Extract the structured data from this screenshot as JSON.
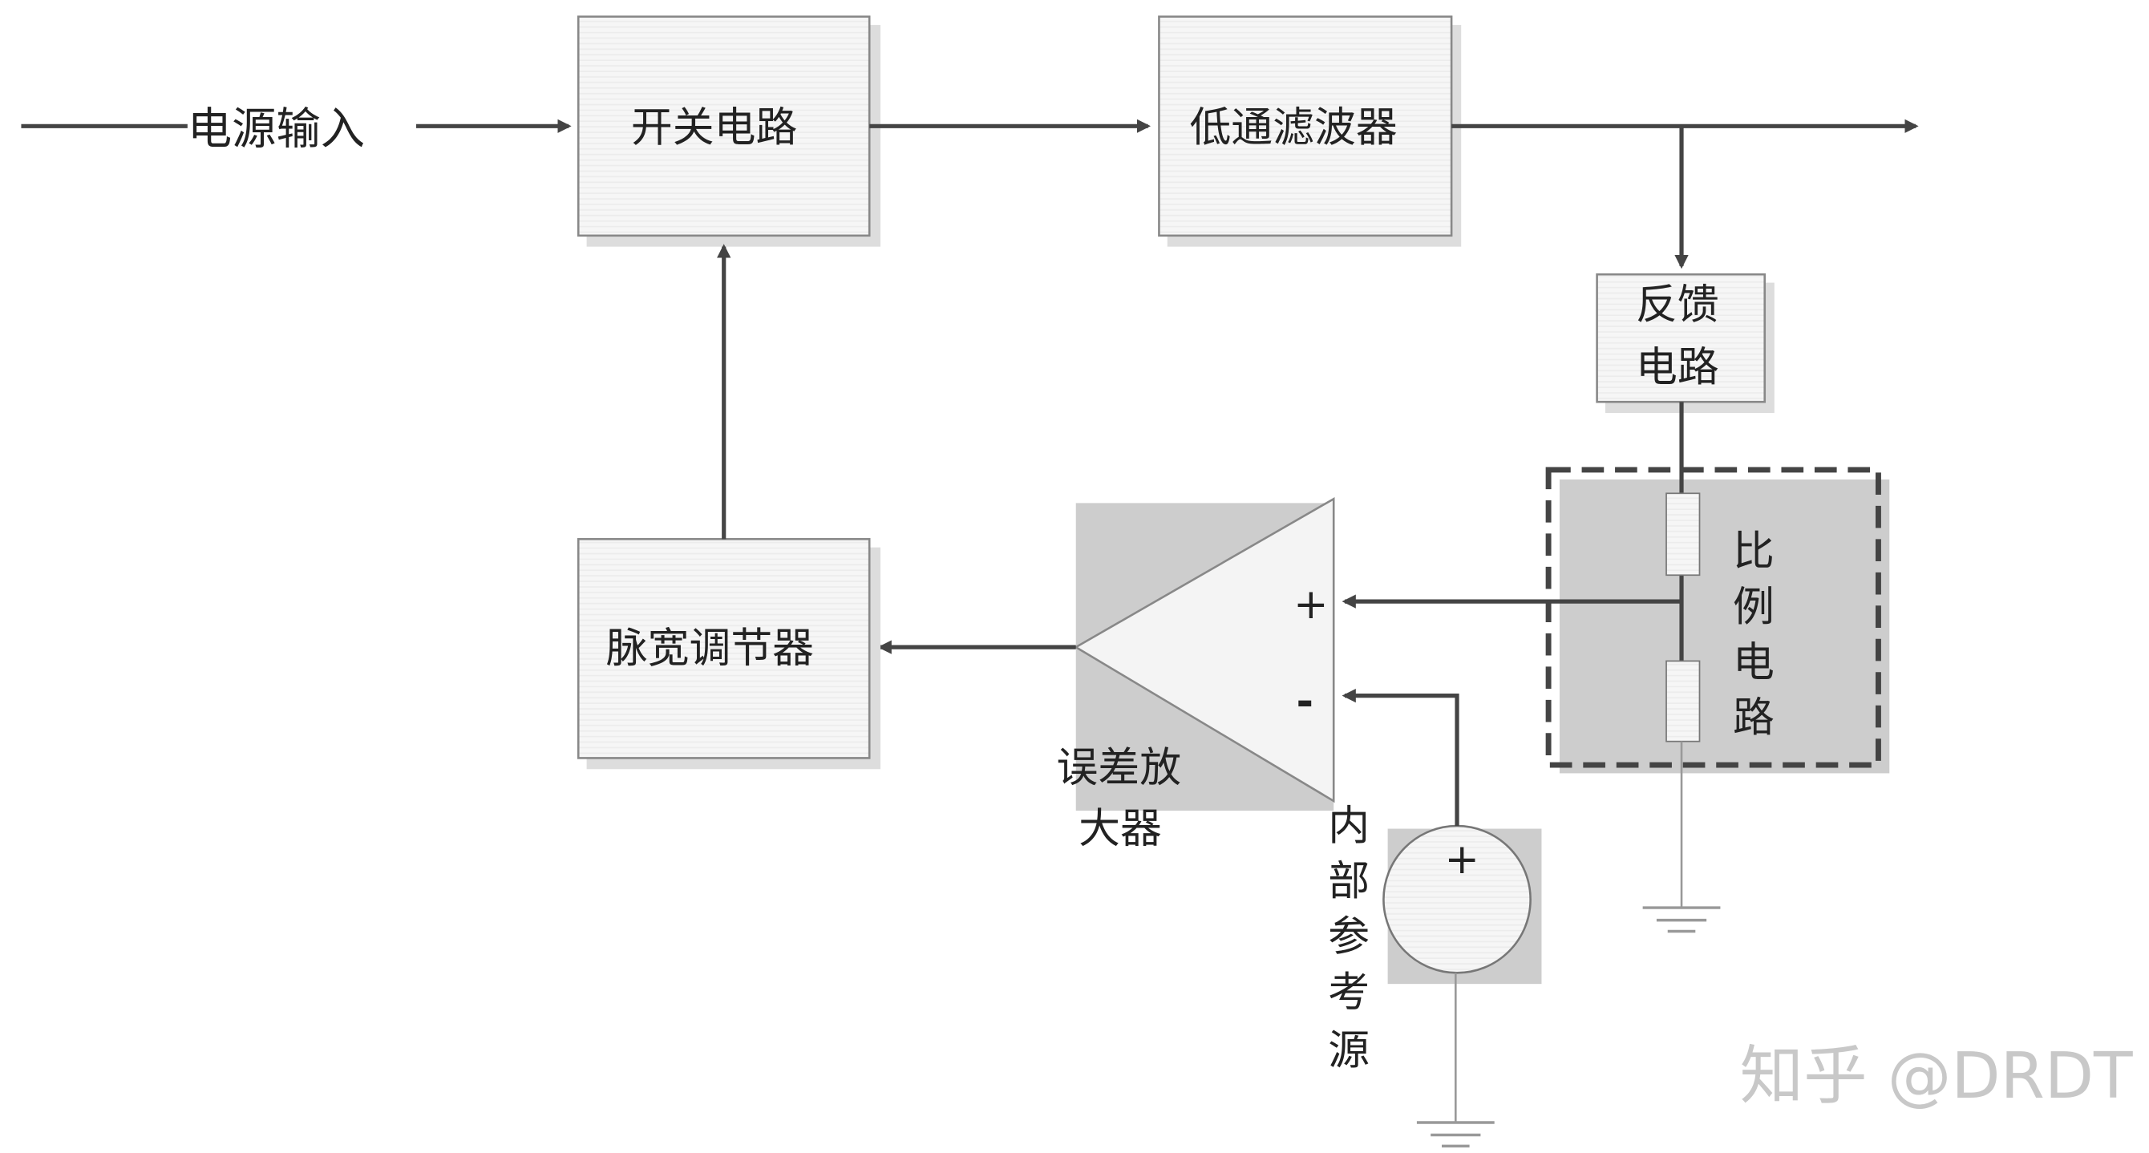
{
  "diagram": {
    "input_label": "电源输入",
    "switch_circuit": "开关电路",
    "lowpass_filter": "低通滤波器",
    "feedback_circuit": [
      "反馈",
      "电路"
    ],
    "proportional_circuit": [
      "比",
      "例",
      "电",
      "路"
    ],
    "error_amplifier": [
      "误差放",
      "大器"
    ],
    "amp_plus": "+",
    "amp_minus": "-",
    "pwm_regulator": "脉宽调节器",
    "reference_source": [
      "内",
      "部",
      "参",
      "考",
      "源"
    ],
    "source_plus": "+",
    "watermark": "知乎 @DRDT"
  },
  "colors": {
    "line": "#444444",
    "box_fill": "#f4f4f4",
    "shade": "#cccccc"
  }
}
